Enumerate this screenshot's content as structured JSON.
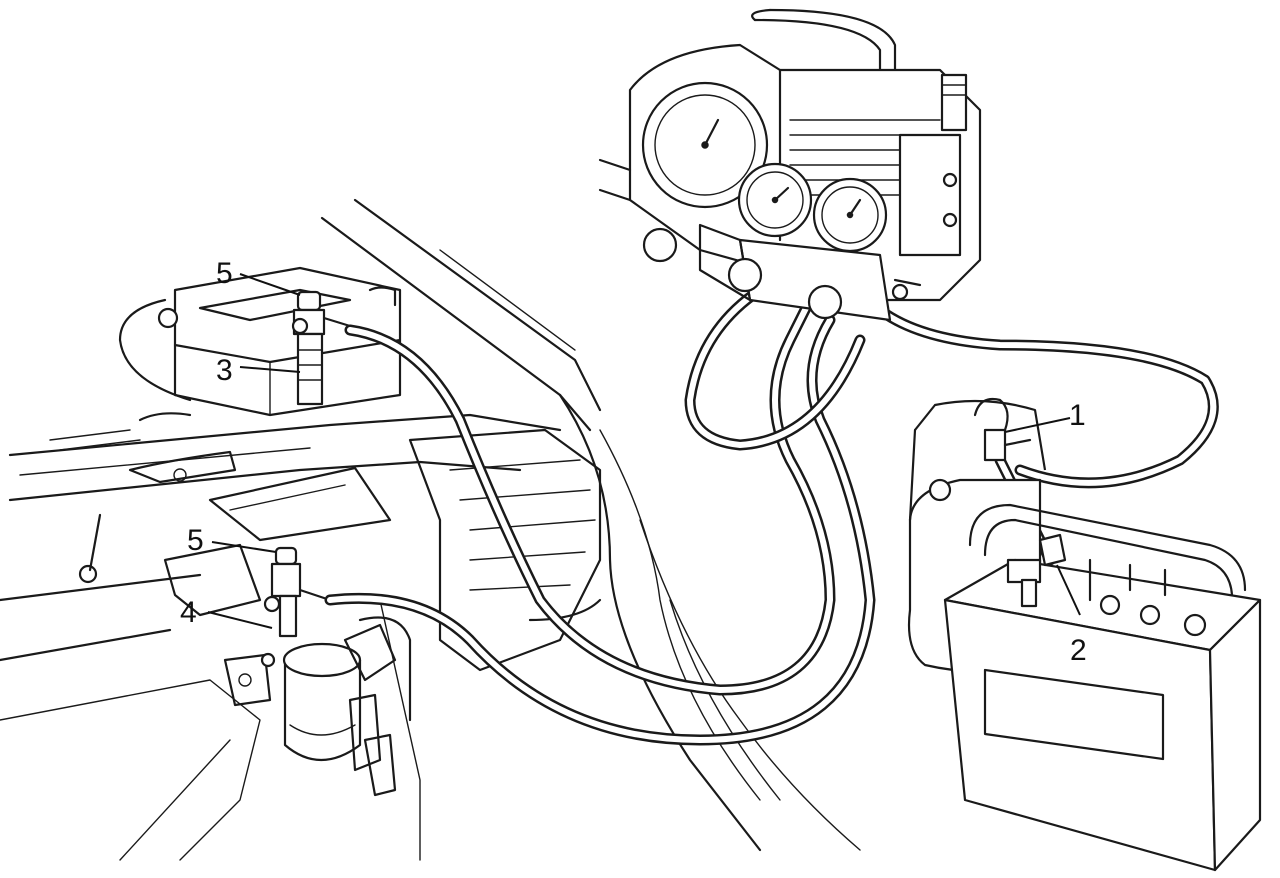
{
  "callouts": [
    {
      "id": "callout-1",
      "label": "1"
    },
    {
      "id": "callout-2",
      "label": "2"
    },
    {
      "id": "callout-3",
      "label": "3"
    },
    {
      "id": "callout-4",
      "label": "4"
    },
    {
      "id": "callout-5-upper",
      "label": "5"
    },
    {
      "id": "callout-5-lower",
      "label": "5"
    }
  ]
}
